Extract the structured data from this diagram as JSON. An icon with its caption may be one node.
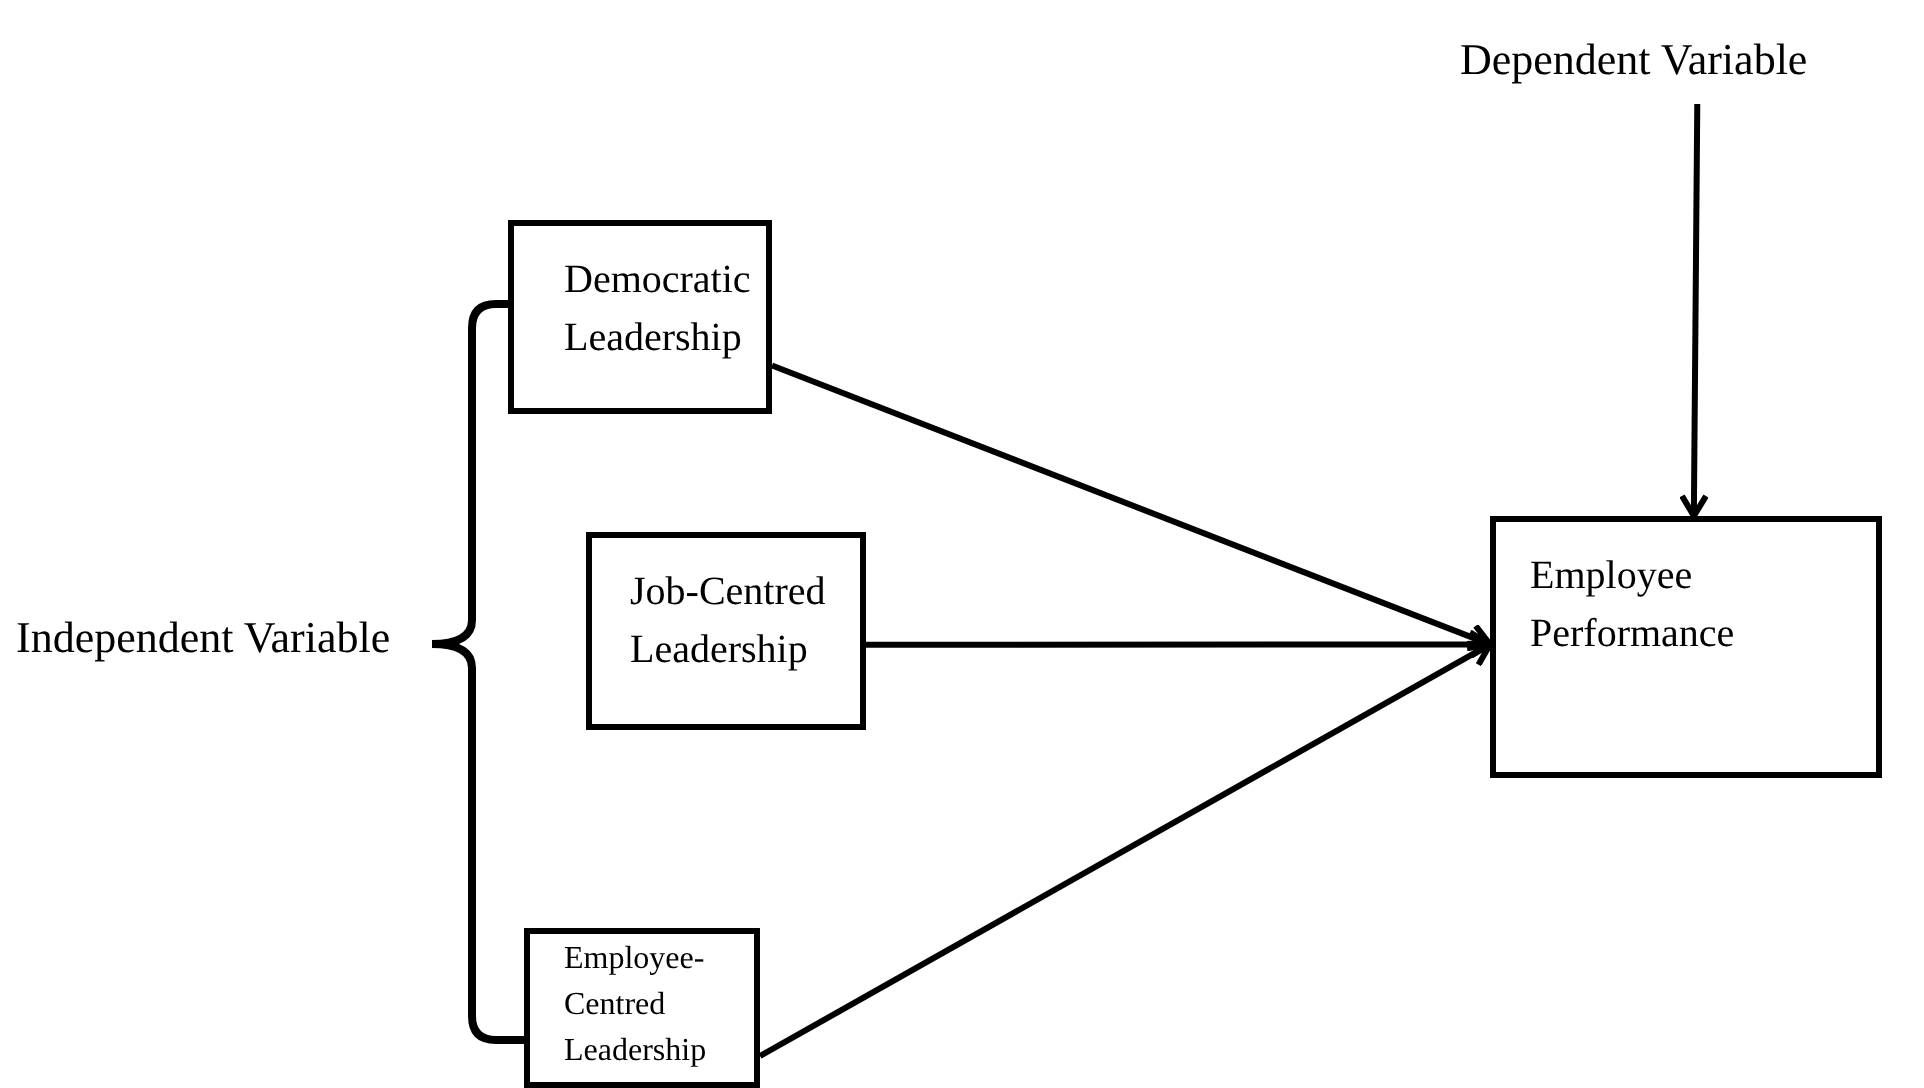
{
  "diagram": {
    "nodes": [
      {
        "text": [
          "Dependent Variable"
        ]
      },
      {
        "text": [
          "Democratic Leadership"
        ]
      },
      {
        "text": [
          "Job-Centred Leadership"
        ]
      },
      {
        "text": [
          "Employee-Centred Leadership"
        ]
      },
      {
        "text": [
          "Employee Performance"
        ]
      }
    ],
    "edges": [
      {
        "from": 0,
        "to": 4,
        "arrow": "to"
      },
      {
        "from": 1,
        "to": 4,
        "arrow": "to"
      },
      {
        "from": 2,
        "to": 4,
        "arrow": "to"
      },
      {
        "from": 3,
        "to": 4,
        "arrow": "to"
      }
    ],
    "labels": [
      "Independent Variable"
    ]
  }
}
